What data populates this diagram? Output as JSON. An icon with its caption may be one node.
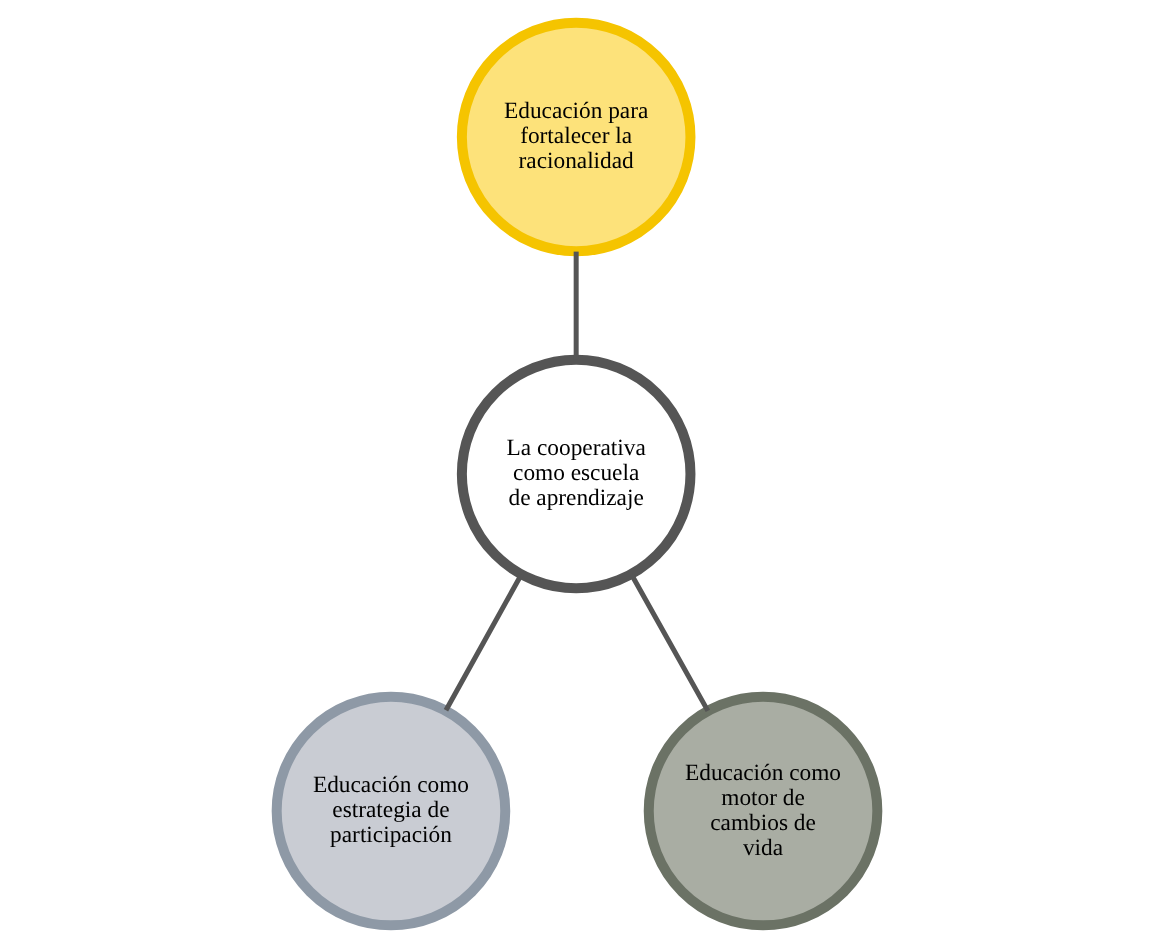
{
  "diagram": {
    "nodes": [
      {
        "text": [
          "La cooperativa como escuela de aprendizaje"
        ]
      },
      {
        "text": [
          "Educación para fortalecer la racionalidad"
        ]
      },
      {
        "text": [
          "Educación como estrategia de participación"
        ]
      },
      {
        "text": [
          "Educación como motor de cambios de vida"
        ]
      }
    ],
    "edges": [
      {
        "from": 0,
        "to": 1,
        "arrow": "none"
      },
      {
        "from": 0,
        "to": 2,
        "arrow": "none"
      },
      {
        "from": 0,
        "to": 3,
        "arrow": "none"
      }
    ]
  }
}
